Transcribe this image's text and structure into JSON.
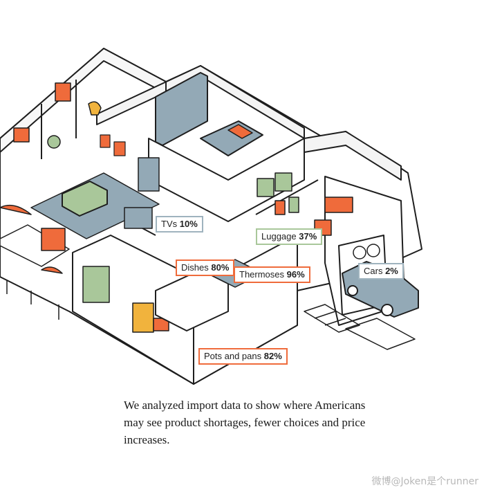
{
  "labels": [
    {
      "key": "tvs",
      "name": "TVs",
      "pct": "10%",
      "style": "gray"
    },
    {
      "key": "luggage",
      "name": "Luggage",
      "pct": "37%",
      "style": "green"
    },
    {
      "key": "dishes",
      "name": "Dishes",
      "pct": "80%",
      "style": "orange"
    },
    {
      "key": "thermoses",
      "name": "Thermoses",
      "pct": "96%",
      "style": "orange"
    },
    {
      "key": "cars",
      "name": "Cars",
      "pct": "2%",
      "style": "gray"
    },
    {
      "key": "pots",
      "name": "Pots and pans",
      "pct": "82%",
      "style": "orange"
    }
  ],
  "caption": "We analyzed import data to show where Americans may see product shortages, fewer choices and price increases.",
  "watermark": "微博@Joken是个runner",
  "colors": {
    "line": "#1e1e1e",
    "orange": "#ef6b3b",
    "blue_gray": "#93a9b6",
    "green": "#a9c79a",
    "yellow": "#f1b33d",
    "floor": "#ffffff"
  }
}
